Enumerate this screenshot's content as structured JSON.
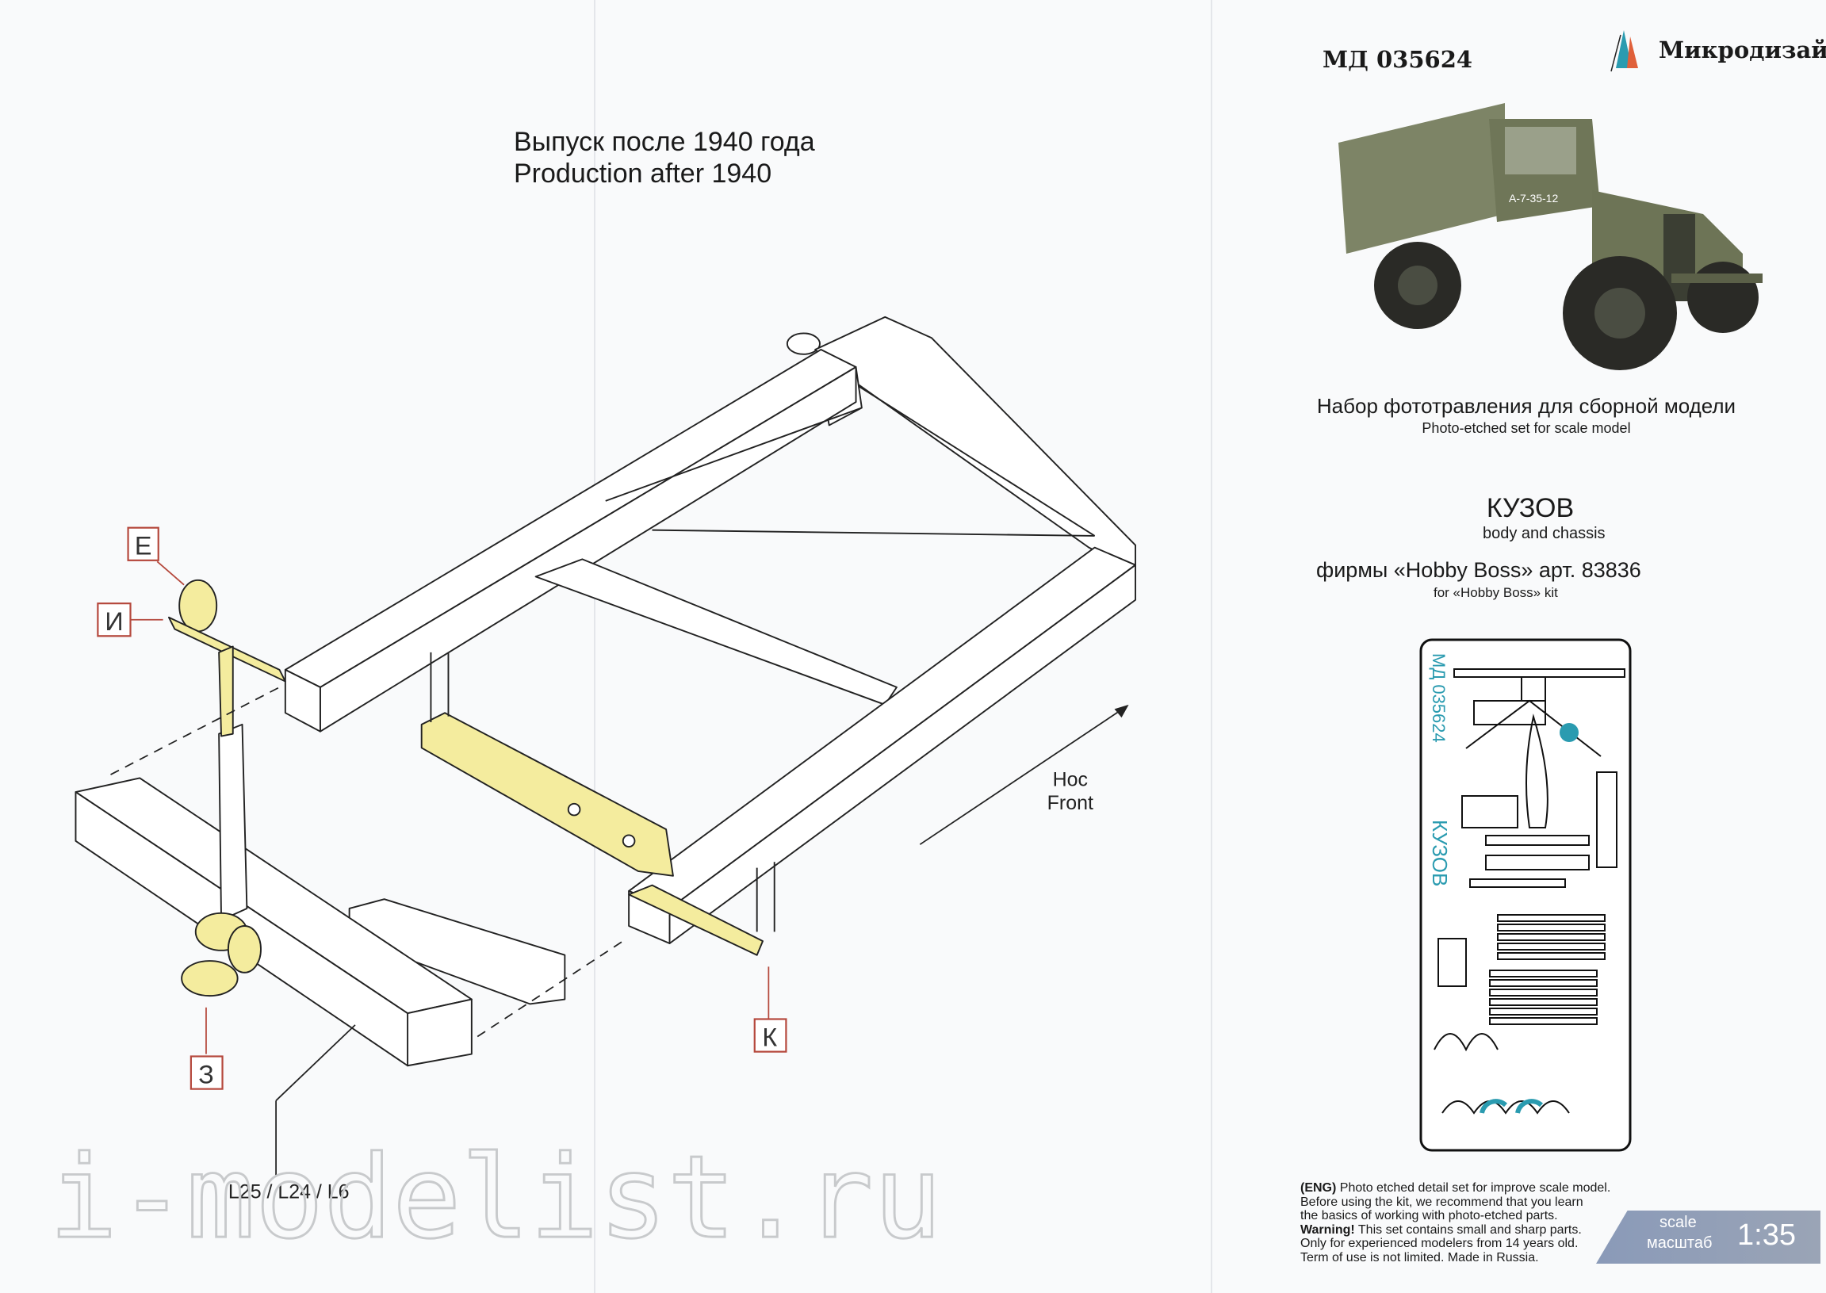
{
  "diagram": {
    "title_ru": "Выпуск после 1940 года",
    "title_en": "Production after 1940",
    "callouts": [
      "Е",
      "И",
      "З",
      "К"
    ],
    "direction_ru": "Нос",
    "direction_en": "Front",
    "part_ref": "L25 / L24 / L6"
  },
  "watermark": "i-modelist.ru",
  "cover": {
    "sku": "МД 035624",
    "brand": "Микродизайн",
    "truck_plate": "А-7-35-12",
    "subtitle_ru": "Набор фототравления для сборной модели",
    "subtitle_en": "Photo-etched set for scale model",
    "section_ru": "КУЗОВ",
    "section_en": "body and chassis",
    "kit_ru": "фирмы «Hobby Boss» арт. 83836",
    "kit_en": "for «Hobby Boss» kit",
    "fret_sku": "МД 035624",
    "fret_label": "КУЗОВ",
    "notes": [
      {
        "bold": "(ENG)",
        "text": " Photo etched detail set for improve scale model."
      },
      {
        "bold": "",
        "text": "Before using the kit, we recommend that you learn"
      },
      {
        "bold": "",
        "text": "the basics of working with photo-etched parts."
      },
      {
        "bold": "Warning!",
        "text": " This set contains small and sharp parts."
      },
      {
        "bold": "",
        "text": "Only for experienced modelers from 14 years old."
      },
      {
        "bold": "",
        "text": "Term of use is not limited. Made in Russia."
      }
    ],
    "scale_en": "scale",
    "scale_ru": "масштаб",
    "scale_value": "1:35"
  },
  "colors": {
    "part_yellow": "#f4ec9e",
    "callout_border": "#b5483c",
    "accent_teal": "#2a9bb0"
  }
}
